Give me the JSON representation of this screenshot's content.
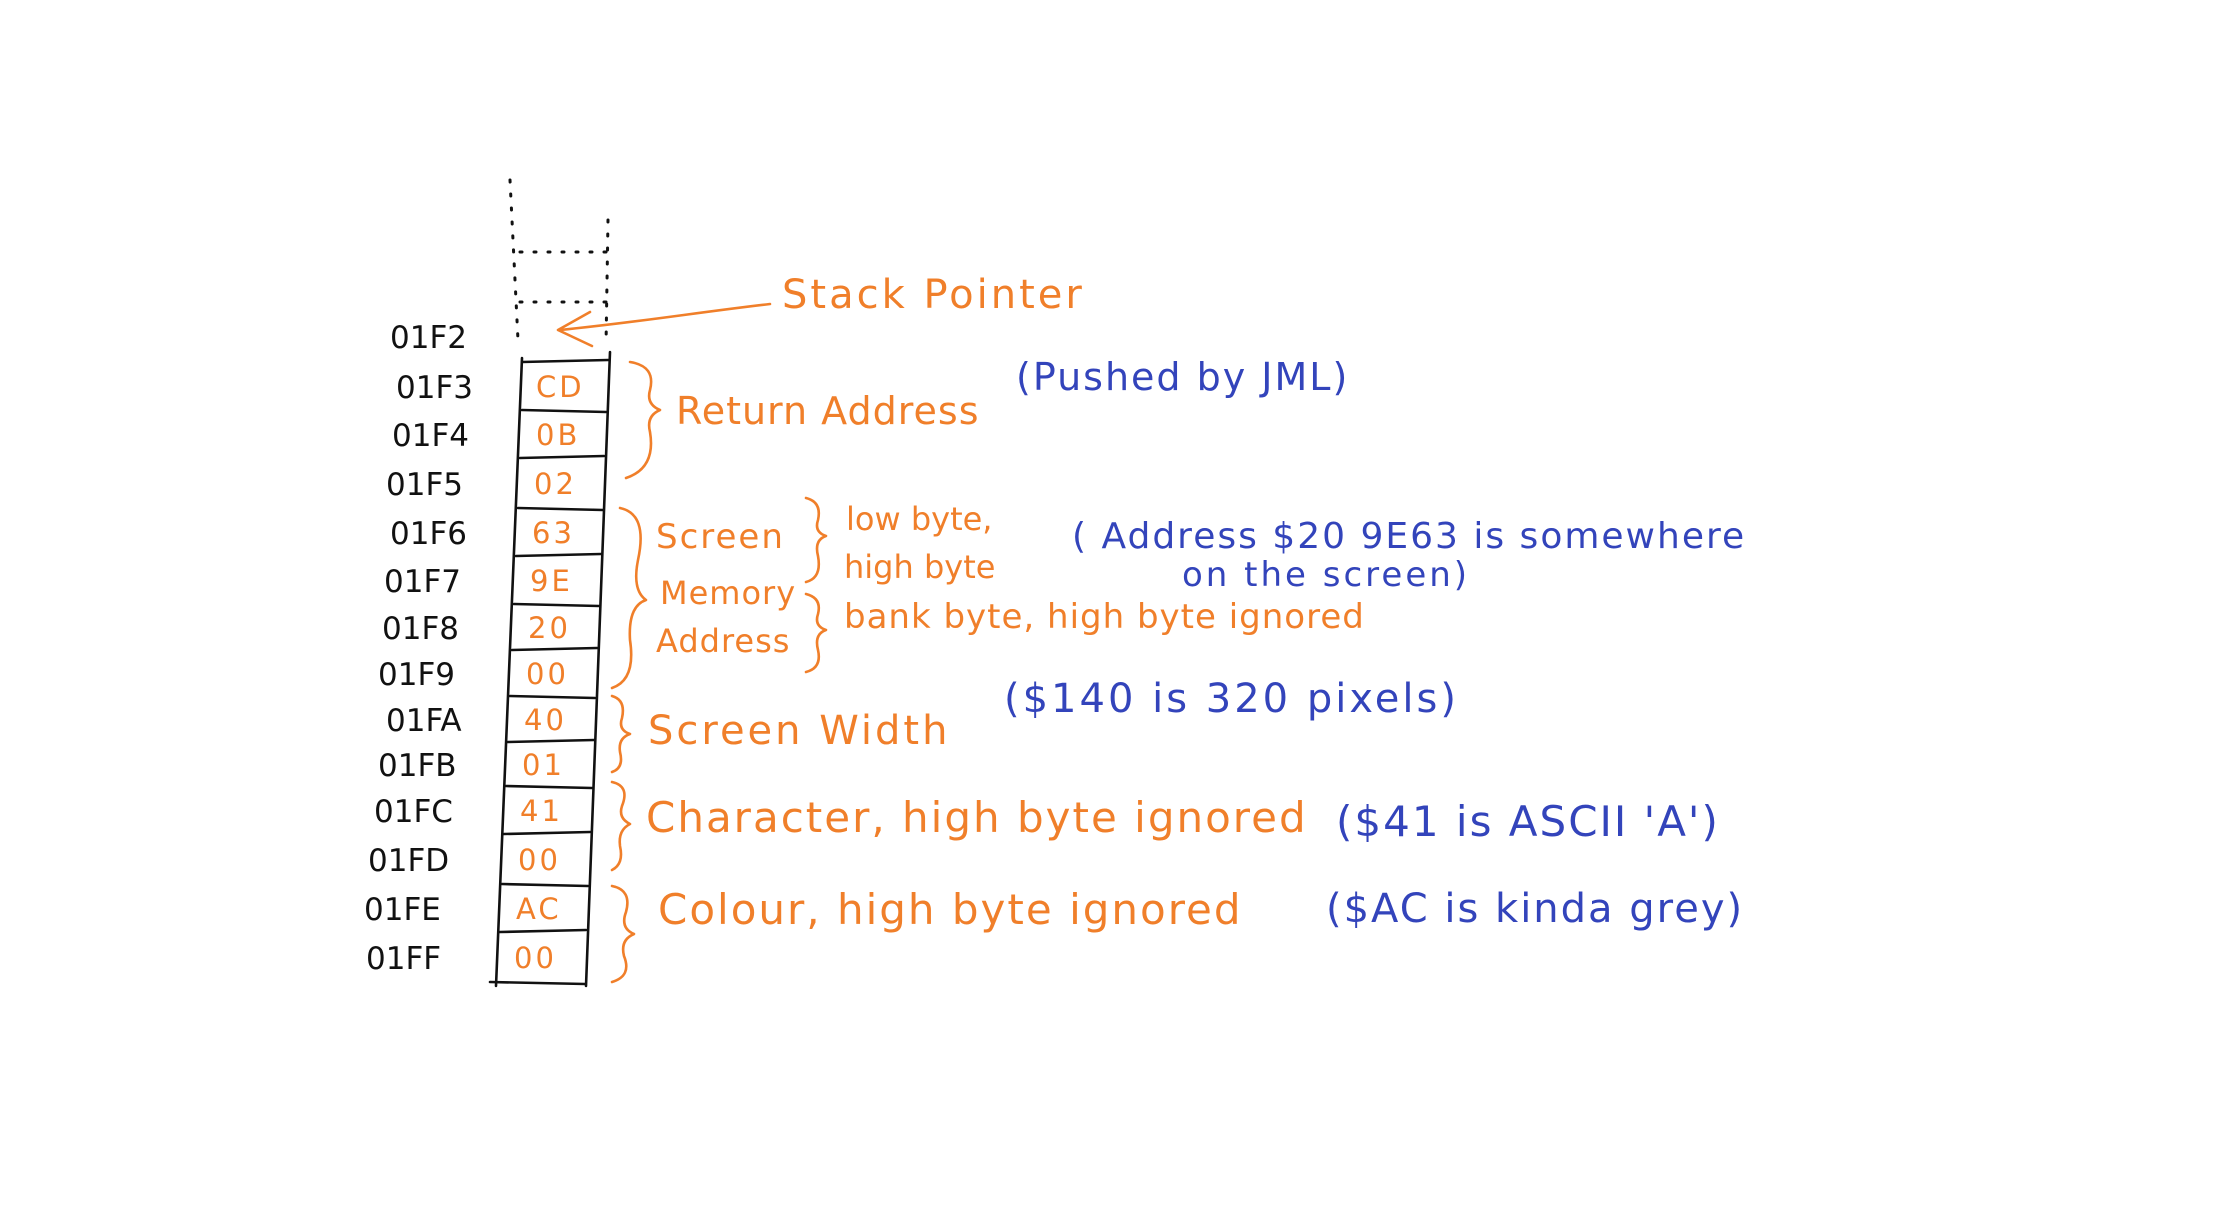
{
  "stack": {
    "top_address": "01F2",
    "rows": [
      {
        "address": "01F3",
        "value": "CD"
      },
      {
        "address": "01F4",
        "value": "0B"
      },
      {
        "address": "01F5",
        "value": "02"
      },
      {
        "address": "01F6",
        "value": "63"
      },
      {
        "address": "01F7",
        "value": "9E"
      },
      {
        "address": "01F8",
        "value": "20"
      },
      {
        "address": "01F9",
        "value": "00"
      },
      {
        "address": "01FA",
        "value": "40"
      },
      {
        "address": "01FB",
        "value": "01"
      },
      {
        "address": "01FC",
        "value": "41"
      },
      {
        "address": "01FD",
        "value": "00"
      },
      {
        "address": "01FE",
        "AC": true,
        "value": "AC"
      },
      {
        "address": "01FF",
        "value": "00"
      }
    ]
  },
  "labels": {
    "stack_pointer": "Stack Pointer",
    "return_address": "Return Address",
    "return_address_note": "(Pushed by JML)",
    "screen_memory_line1": "Screen",
    "screen_memory_line2": "Memory",
    "screen_memory_line3": "Address",
    "low_byte": "low byte,",
    "high_byte": "high byte",
    "bank_byte": "bank byte, high byte ignored",
    "screen_address_note_line1": "( Address  $20 9E63  is somewhere",
    "screen_address_note_line2": "on the  screen)",
    "screen_width": "Screen Width",
    "screen_width_note": "($140   is 320 pixels)",
    "character": "Character, high byte ignored",
    "character_note": "($41 is ASCII 'A')",
    "colour": "Colour, high byte ignored",
    "colour_note": "($AC is kinda grey)"
  },
  "colors": {
    "ink": "#111111",
    "orange": "#f07f2a",
    "blue": "#3344bb"
  }
}
